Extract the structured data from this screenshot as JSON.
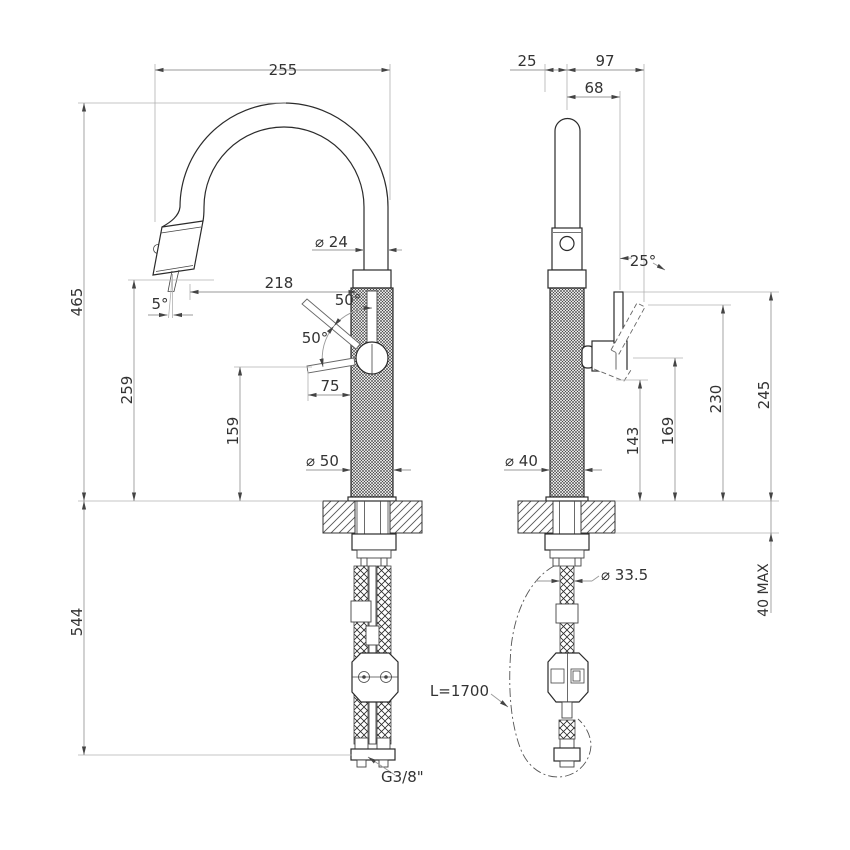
{
  "drawing": {
    "front_view": {
      "spout_reach": "255",
      "spout_height": "465",
      "outlet_height": "259",
      "handle_height": "159",
      "outlet_offset": "218",
      "nozzle_angle": "5°",
      "spout_diameter": "⌀ 24",
      "handle_angle_upper": "50°",
      "handle_angle_lower": "50°",
      "handle_length": "75",
      "body_diameter": "⌀ 50",
      "under_counter_depth": "544",
      "connection_thread": "G3/8\""
    },
    "side_view": {
      "front_offset": "25",
      "lever_tip_reach": "97",
      "lever_offset": "68",
      "lever_angle": "25°",
      "lever_tip_height": "230",
      "lever_top_height": "245",
      "handle_base_height": "169",
      "handle_bottom_height": "143",
      "body_diameter": "⌀ 40",
      "hole_diameter": "⌀ 33.5",
      "counter_thickness": "40 MAX",
      "hose_length": "L=1700"
    }
  }
}
